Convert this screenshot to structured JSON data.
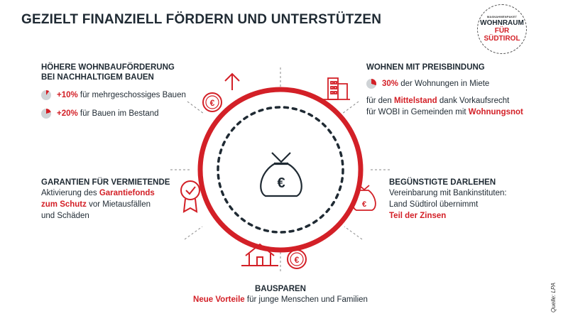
{
  "title": "GEZIELT FINANZIELL FÖRDERN UND UNTERSTÜTZEN",
  "logo": {
    "small": "MAßNAHMENPAKET",
    "line1": "WOHNRAUM",
    "line2": "FÜR",
    "line3": "SÜDTIROL"
  },
  "source": "Quelle: LPA",
  "colors": {
    "accent": "#d32027",
    "text": "#1f2a33",
    "muted": "#cfd3d6"
  },
  "top_left": {
    "heading1": "HÖHERE WOHNBAUFÖRDERUNG",
    "heading2": "BEI NACHHALTIGEM BAUEN",
    "items": [
      {
        "value": "+10%",
        "text": " für mehrgeschossiges Bauen",
        "percent": 10
      },
      {
        "value": "+20%",
        "text": " für Bauen im Bestand",
        "percent": 20
      }
    ]
  },
  "top_right": {
    "heading": "WOHNEN MIT PREISBINDUNG",
    "share_value": "30%",
    "share_text": " der Wohnungen in Miete",
    "share_percent": 30,
    "line2_pre": "für den ",
    "line2_red": "Mittelstand",
    "line2_post": " dank Vorkaufsrecht",
    "line3_pre": "für WOBI in Gemeinden mit ",
    "line3_red": "Wohnungsnot"
  },
  "mid_left": {
    "heading": "GARANTIEN FÜR VERMIETENDE",
    "line1_pre": "Aktivierung des ",
    "line1_red": "Garantiefonds",
    "line2_red": "zum Schutz",
    "line2_post": " vor Mietausfällen",
    "line3": "und Schäden"
  },
  "mid_right": {
    "heading": "BEGÜNSTIGTE DARLEHEN",
    "line1": "Vereinbarung mit Bankinstituten:",
    "line2": "Land Südtirol übernimmt",
    "line3_red": "Teil der Zinsen"
  },
  "bottom": {
    "heading": "BAUSPAREN",
    "line_red": "Neue Vorteile",
    "line_post": " für junge Menschen und Familien"
  },
  "icons": [
    "arrow-up-icon",
    "euro-coin-icon",
    "buildings-icon",
    "money-bag-icon",
    "medal-check-icon",
    "money-bag-small-icon",
    "house-icon",
    "euro-coin-bottom-icon"
  ]
}
